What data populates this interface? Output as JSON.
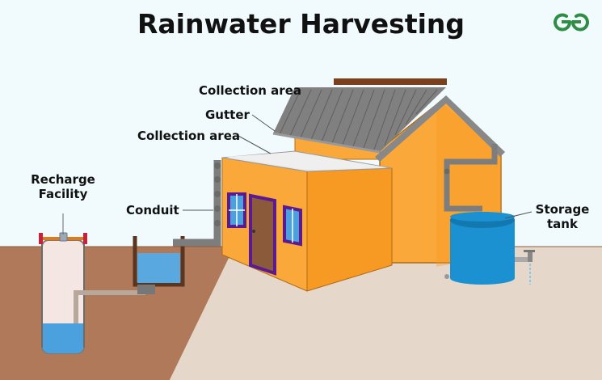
{
  "title": "Rainwater Harvesting",
  "logo": {
    "name": "GeeksforGeeks logo",
    "color": "#2f8d46"
  },
  "labels": {
    "collection_area_top": "Collection area",
    "gutter": "Gutter",
    "collection_area_flat": "Collection area",
    "conduit": "Conduit",
    "recharge_line1": "Recharge",
    "recharge_line2": "Facility",
    "storage_line1": "Storage",
    "storage_line2": "tank"
  },
  "colors": {
    "sky": "#f1fbfd",
    "ground": "#b07a5a",
    "floor": "#e7d8cc",
    "house": "#fba83a",
    "house_shade": "#f58f1e",
    "roof": "#7b7b7b",
    "water": "#5aa8e0",
    "tank": "#1b91d1",
    "pipe": "#8e8e8e",
    "trim": "#5b1a91",
    "door": "#8a5a3a"
  }
}
